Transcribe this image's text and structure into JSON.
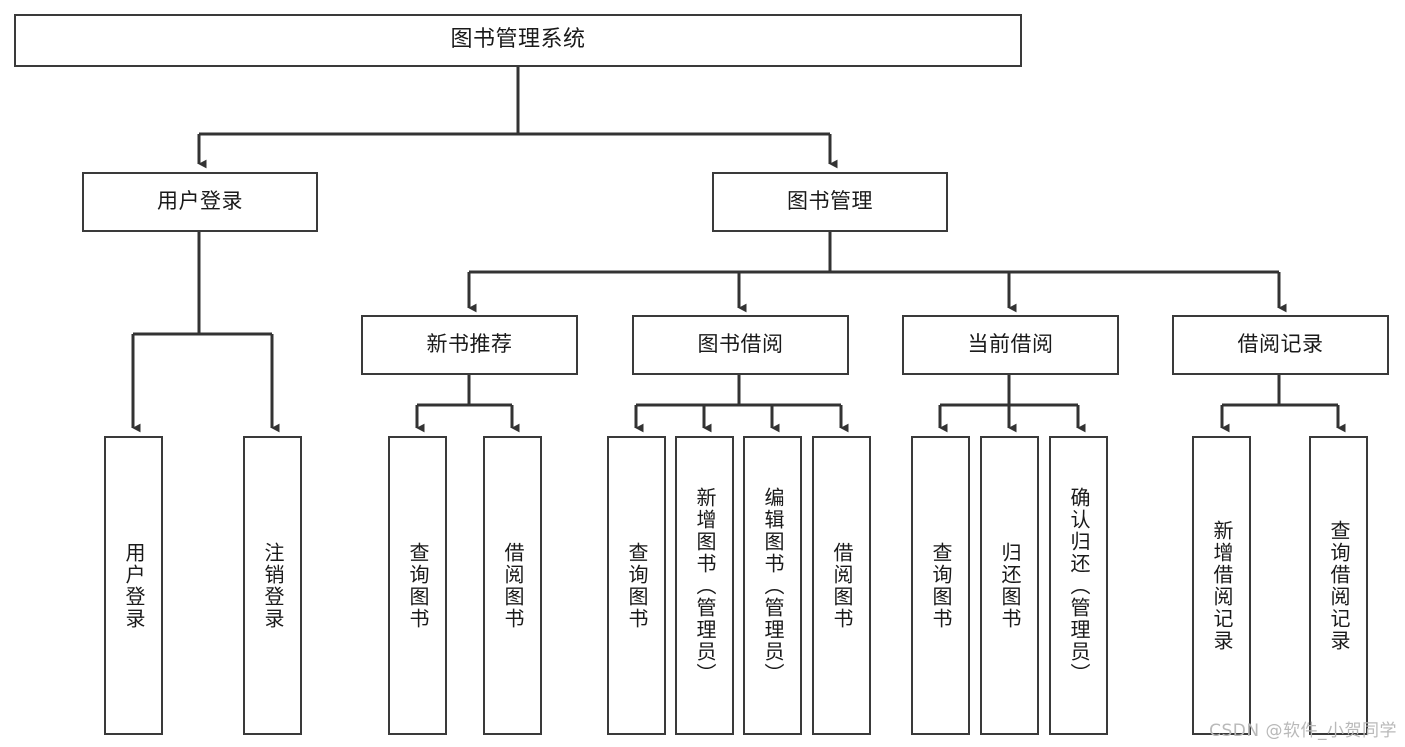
{
  "diagram": {
    "title": "图书管理系统",
    "type": "function-structure-tree",
    "watermark": "CSDN @软件_小贺同学",
    "levels": {
      "root": {
        "label": "图书管理系统"
      },
      "level2": [
        {
          "id": "user-login",
          "label": "用户登录"
        },
        {
          "id": "book-manage",
          "label": "图书管理"
        }
      ],
      "level3": [
        {
          "id": "new-book-rec",
          "label": "新书推荐",
          "parent": "book-manage"
        },
        {
          "id": "book-borrow",
          "label": "图书借阅",
          "parent": "book-manage"
        },
        {
          "id": "current-borrow",
          "label": "当前借阅",
          "parent": "book-manage"
        },
        {
          "id": "borrow-record",
          "label": "借阅记录",
          "parent": "book-manage"
        }
      ],
      "leaves": [
        {
          "id": "leaf-user-login",
          "label": "用户登录",
          "parent": "user-login"
        },
        {
          "id": "leaf-logout",
          "label": "注销登录",
          "parent": "user-login"
        },
        {
          "id": "leaf-query-book-1",
          "label": "查询图书",
          "parent": "new-book-rec"
        },
        {
          "id": "leaf-borrow-book-1",
          "label": "借阅图书",
          "parent": "new-book-rec"
        },
        {
          "id": "leaf-query-book-2",
          "label": "查询图书",
          "parent": "book-borrow"
        },
        {
          "id": "leaf-add-book",
          "label": "新增图书（管理员）",
          "parent": "book-borrow"
        },
        {
          "id": "leaf-edit-book",
          "label": "编辑图书（管理员）",
          "parent": "book-borrow"
        },
        {
          "id": "leaf-borrow-book-2",
          "label": "借阅图书",
          "parent": "book-borrow"
        },
        {
          "id": "leaf-query-book-3",
          "label": "查询图书",
          "parent": "current-borrow"
        },
        {
          "id": "leaf-return-book",
          "label": "归还图书",
          "parent": "current-borrow"
        },
        {
          "id": "leaf-confirm-return",
          "label": "确认归还（管理员）",
          "parent": "current-borrow"
        },
        {
          "id": "leaf-add-record",
          "label": "新增借阅记录",
          "parent": "borrow-record"
        },
        {
          "id": "leaf-query-record",
          "label": "查询借阅记录",
          "parent": "borrow-record"
        }
      ]
    },
    "colors": {
      "stroke": "#3a3a3a",
      "fill": "#ffffff",
      "text": "#1a1a1a",
      "watermark": "#b9b9b9"
    }
  }
}
